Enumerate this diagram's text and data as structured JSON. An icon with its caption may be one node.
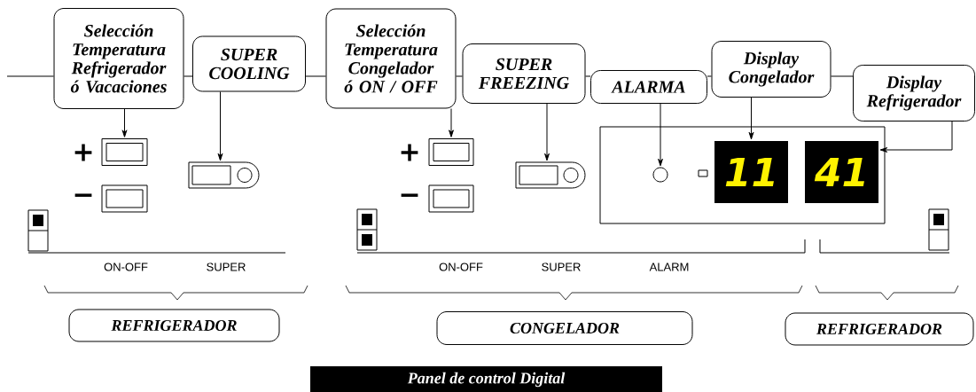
{
  "diagram": {
    "title": "Panel de control Digital",
    "nodes": [
      {
        "text": [
          "Selección Temperatura Refrigerador ó Vacaciones"
        ]
      },
      {
        "text": [
          "SUPER COOLING"
        ]
      },
      {
        "text": [
          "Selección Temperatura Congelador ó ON / OFF"
        ]
      },
      {
        "text": [
          "SUPER FREEZING"
        ]
      },
      {
        "text": [
          "ALARMA"
        ]
      },
      {
        "text": [
          "Display Congelador"
        ]
      },
      {
        "text": [
          "Display Refrigerador"
        ]
      },
      {
        "text": [],
        "shape": "box"
      },
      {
        "text": [],
        "shape": "box"
      },
      {
        "text": [],
        "shape": "box"
      },
      {
        "text": [],
        "shape": "box"
      },
      {
        "text": [],
        "shape": "circle"
      },
      {
        "text": [
          "11"
        ]
      },
      {
        "text": [
          "41"
        ]
      },
      {
        "text": [
          "REFRIGERADOR"
        ]
      },
      {
        "text": [
          "CONGELADOR"
        ]
      },
      {
        "text": [
          "REFRIGERADOR"
        ]
      },
      {
        "text": [],
        "shape": "box"
      },
      {
        "text": [],
        "shape": "box"
      }
    ],
    "edges": [
      {
        "from": null,
        "to": 0,
        "arrow": "none"
      },
      {
        "from": 0,
        "to": 1,
        "arrow": "none"
      },
      {
        "from": 1,
        "to": 2,
        "arrow": "none"
      },
      {
        "from": 2,
        "to": 3,
        "arrow": "none"
      },
      {
        "from": 3,
        "to": 4,
        "arrow": "none"
      },
      {
        "from": 4,
        "to": 5,
        "arrow": "none"
      },
      {
        "from": 5,
        "to": 6,
        "arrow": "none"
      },
      {
        "from": 0,
        "to": 7,
        "arrow": "to"
      },
      {
        "from": 1,
        "to": 8,
        "arrow": "to"
      },
      {
        "from": 2,
        "to": 9,
        "arrow": "to"
      },
      {
        "from": 3,
        "to": 10,
        "arrow": "to"
      },
      {
        "from": 4,
        "to": 11,
        "arrow": "to"
      },
      {
        "from": 5,
        "to": 12,
        "arrow": "to"
      },
      {
        "from": 6,
        "to": 13,
        "arrow": "to"
      }
    ],
    "labels": [
      "+",
      "−",
      "+",
      "−",
      "ON-OFF",
      "SUPER",
      "ON-OFF",
      "SUPER",
      "ALARM"
    ]
  }
}
